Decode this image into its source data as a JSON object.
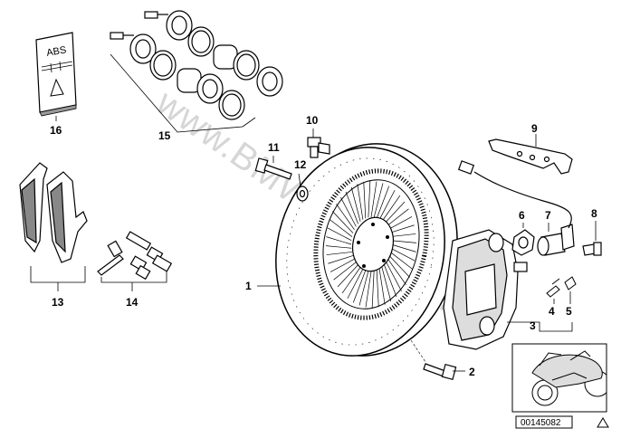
{
  "watermark": "www.BMWmotobike.ru",
  "diagram_id": "00145082",
  "abs_label": "ABS",
  "callouts": {
    "n1": "1",
    "n2": "2",
    "n3": "3",
    "n4": "4",
    "n5": "5",
    "n6": "6",
    "n7": "7",
    "n8": "8",
    "n9": "9",
    "n10": "10",
    "n11": "11",
    "n12": "12",
    "n13": "13",
    "n14": "14",
    "n15": "15",
    "n16": "16"
  }
}
